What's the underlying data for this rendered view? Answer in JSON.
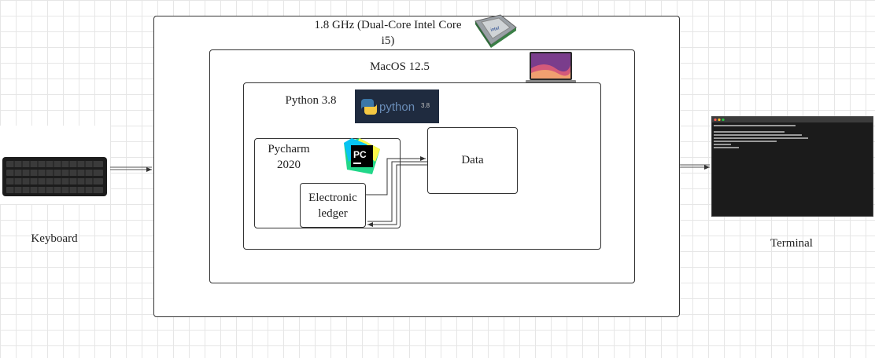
{
  "cpu": {
    "label": "1.8 GHz (Dual-Core Intel Core i5)",
    "icon": "cpu-chip-icon"
  },
  "os": {
    "label": "MacOS 12.5",
    "icon": "macbook-icon"
  },
  "python": {
    "label": "Python 3.8",
    "logo": "python-logo",
    "logo_text": "python",
    "logo_version": "3.8"
  },
  "pycharm": {
    "label": "Pycharm 2020",
    "logo": "pycharm-logo",
    "logo_text": "PC"
  },
  "ledger": {
    "label": "Electronic ledger"
  },
  "data": {
    "label": "Data"
  },
  "keyboard": {
    "label": "Keyboard",
    "icon": "keyboard-icon"
  },
  "terminal": {
    "label": "Terminal",
    "icon": "terminal-window-icon"
  }
}
